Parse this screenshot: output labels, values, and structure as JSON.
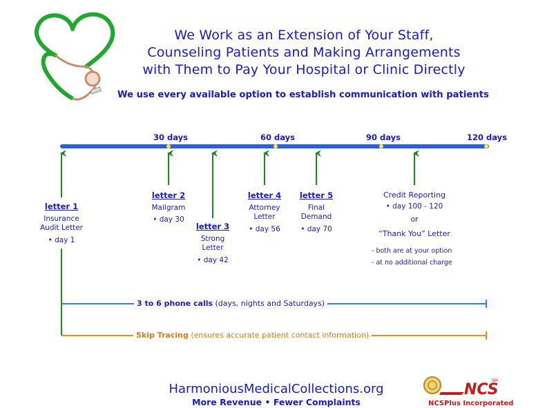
{
  "header": {
    "title_lines": [
      "We Work as an Extension of Your Staff,",
      "Counseling Patients and Making Arrangements",
      "with Them to Pay Your Hospital or Clinic Directly"
    ],
    "subtitle": "We use every available option to establish communication with patients"
  },
  "timeline": {
    "markers": [
      "30 days",
      "60 days",
      "90 days",
      "120 days"
    ]
  },
  "steps": {
    "letter1": {
      "title": "letter 1",
      "lines": [
        "Insurance",
        "Audit Letter"
      ],
      "day": "• day 1"
    },
    "letter2": {
      "title": "letter 2",
      "lines": [
        "Mailgram"
      ],
      "day": "• day 30"
    },
    "letter3": {
      "title": "letter 3",
      "lines": [
        "Strong",
        "Letter"
      ],
      "day": "• day 42"
    },
    "letter4": {
      "title": "letter 4",
      "lines": [
        "Attorney",
        "Letter"
      ],
      "day": "• day 56"
    },
    "letter5": {
      "title": "letter 5",
      "lines": [
        "Final",
        "Demand"
      ],
      "day": "• day 70"
    },
    "credit": {
      "title": "Credit Reporting",
      "range": "• day 100 - 120",
      "or": "or",
      "thank_you": "“Thank You” Letter",
      "note1": "- both are at your option",
      "note2": "- at no additional charge"
    }
  },
  "tracks": {
    "phone_bold": "3 to 6 phone calls",
    "phone_rest": "(days, nights and Saturdays)",
    "skip_bold": "Skip Tracing",
    "skip_rest": "(ensures accurate patient contact information)"
  },
  "footer": {
    "url": "HarmoniousMedicalCollections.org",
    "tagline_a": "More Revenue",
    "tagline_sep": "•",
    "tagline_b": "Fewer Complaints",
    "logo_mark": "NCS",
    "logo_sm": "SM",
    "company": "NCSPlus Incorporated"
  },
  "colors": {
    "blue_text": "#1a1ad0",
    "timeline": "#2b5fe0",
    "green_arrow": "#1c8a1c",
    "phone_line": "#2f7ff0",
    "skip_line": "#f08a20",
    "brand_red": "#c21d1d",
    "stethoscope_green": "#22a830"
  },
  "icons": [
    "stethoscope-heart-icon",
    "ncs-logo-icon"
  ]
}
